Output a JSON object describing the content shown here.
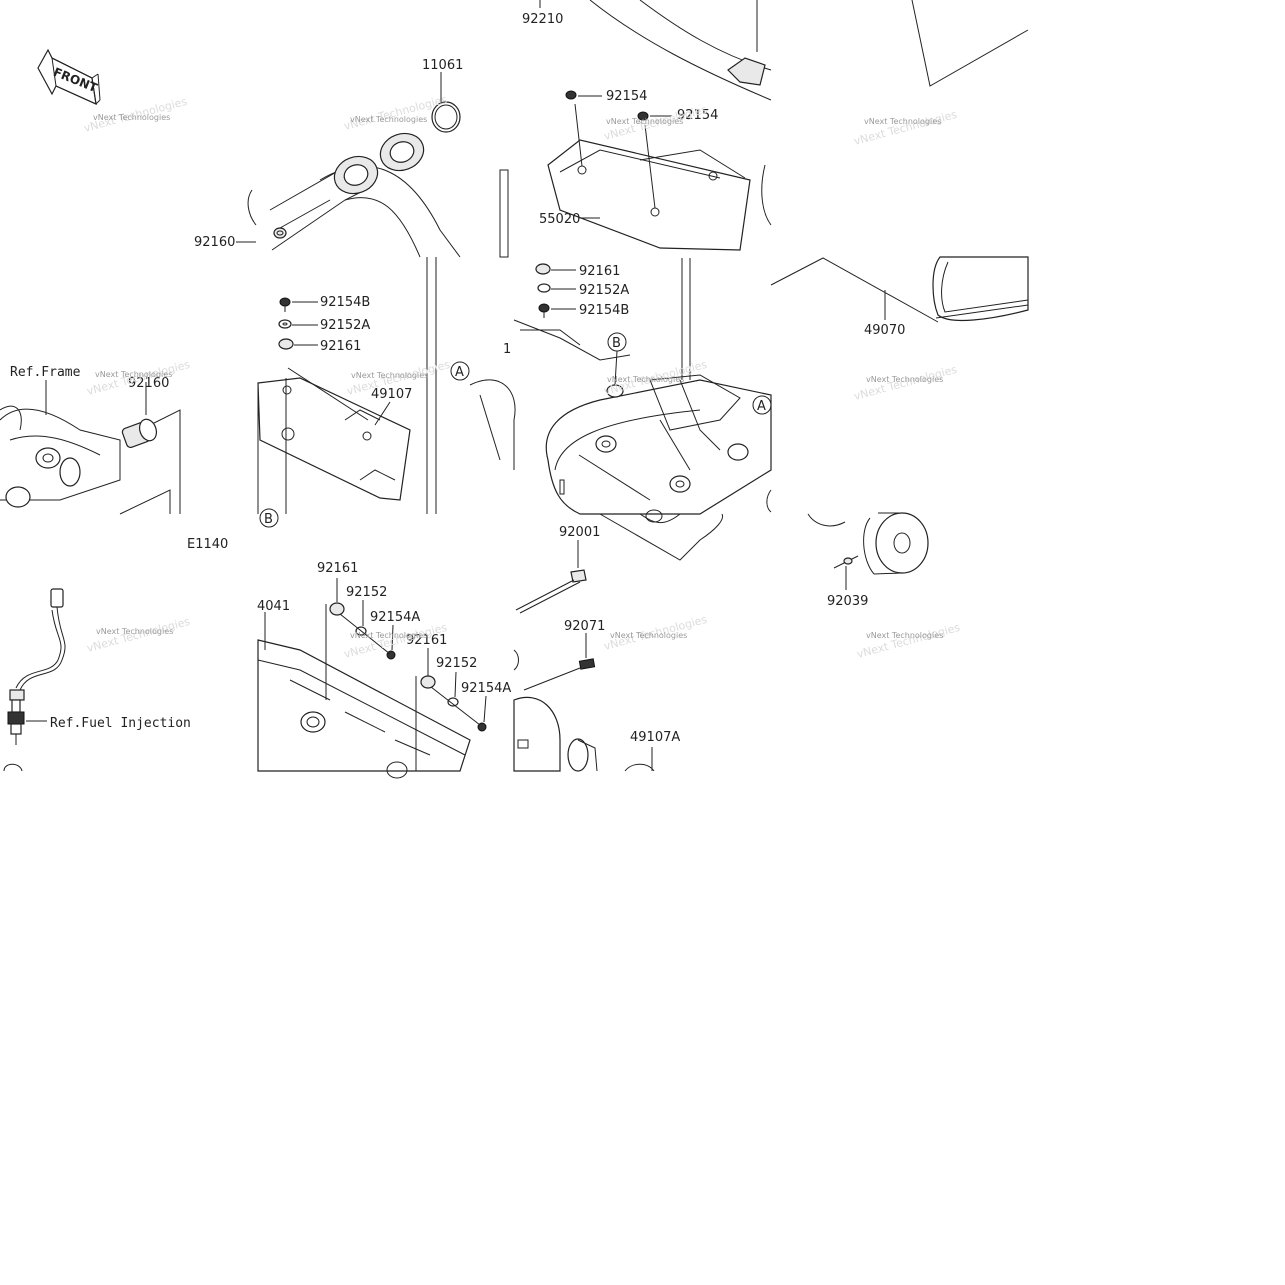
{
  "front_marker": "FRONT",
  "diagram_code": "E1140",
  "refs": {
    "frame": "Ref.Frame",
    "fuel_injection": "Ref.Fuel Injection"
  },
  "watermark": "vNext Technologies",
  "callouts": [
    "A",
    "B"
  ],
  "part_numbers": {
    "p92210": "92210",
    "p11061": "11061",
    "p92154_1": "92154",
    "p92154_2": "92154",
    "p55020": "55020",
    "p92160_1": "92160",
    "p92160_2": "92160",
    "p92154B_1": "92154B",
    "p92152A_1": "92152A",
    "p92161_1": "92161",
    "p49107": "49107",
    "p92161_2": "92161",
    "p92152A_2": "92152A",
    "p92154B_2": "92154B",
    "p49070": "49070",
    "p92001": "92001",
    "p92039": "92039",
    "p92161_3": "92161",
    "p92152_1": "92152",
    "p92154A_1": "92154A",
    "p4041": "4041",
    "p92161_4": "92161",
    "p92152_2": "92152",
    "p92154A_2": "92154A",
    "p92071": "92071",
    "p49107A": "49107A",
    "p1": "1"
  }
}
